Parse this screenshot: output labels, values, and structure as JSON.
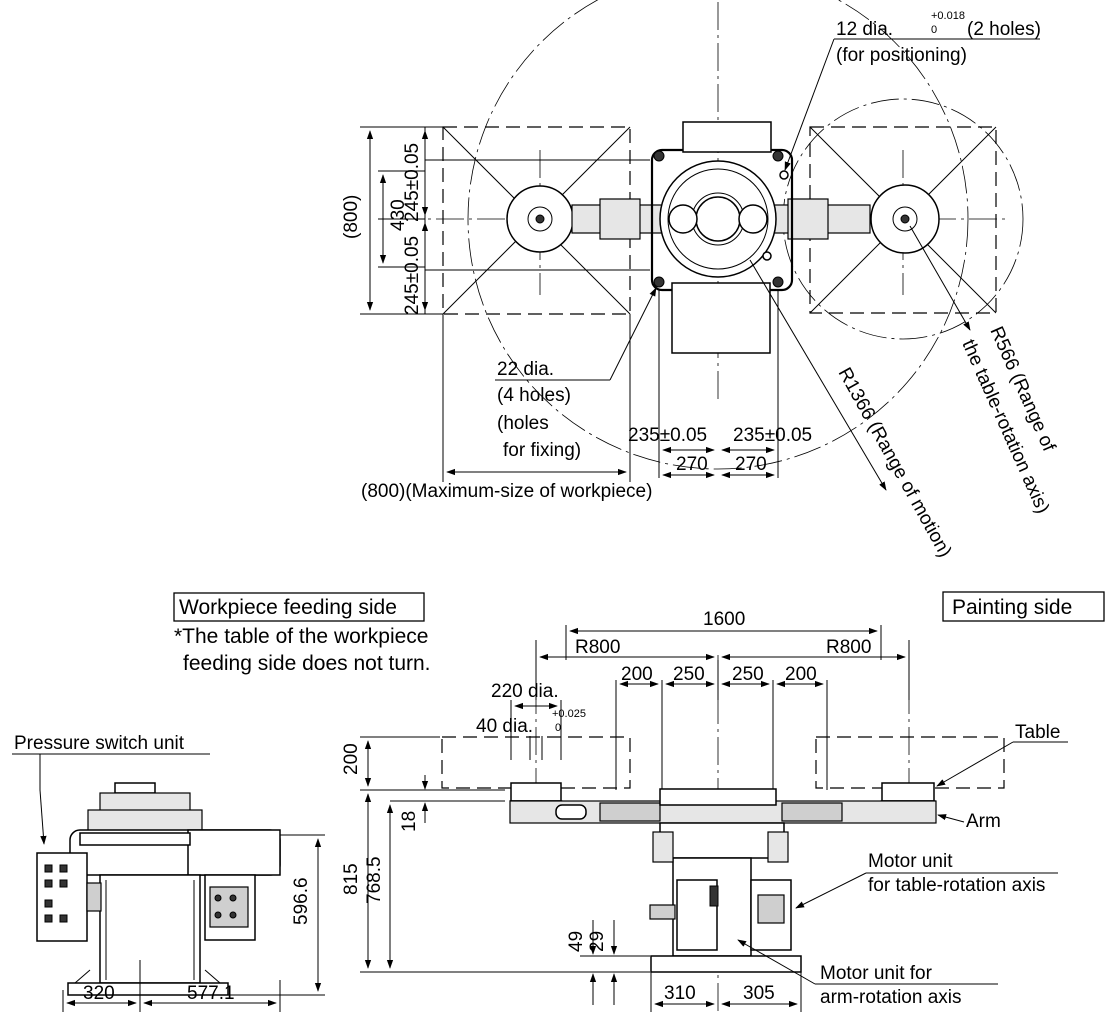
{
  "top_view": {
    "hole_12": {
      "dia": "12 dia.",
      "tol_upper": "+0.018",
      "tol_lower": "0",
      "count": "(2 holes)",
      "purpose": "(for positioning)"
    },
    "hole_22": {
      "dia": "22 dia.",
      "count": "(4 holes)",
      "purpose_1": "(holes",
      "purpose_2": "for fixing)"
    },
    "dim_800_vertical": "(800)",
    "dim_430": "430",
    "dim_245_upper": "245±0.05",
    "dim_245_lower": "245±0.05",
    "dim_235_left": "235±0.05",
    "dim_235_right": "235±0.05",
    "dim_270_left": "270",
    "dim_270_right": "270",
    "dim_800_workpiece": "(800)(Maximum-size of workpiece)",
    "r1366": "R1366 (Range of motion)",
    "r566_line1": "R566 (Range of",
    "r566_line2": "the table-rotation axis)"
  },
  "labels": {
    "workpiece_feeding_side": "Workpiece feeding side",
    "note_line1": "*The table of the workpiece",
    "note_line2": "feeding side does not turn.",
    "painting_side": "Painting side",
    "pressure_switch_unit": "Pressure switch unit",
    "table": "Table",
    "arm": "Arm",
    "motor_table_1": "Motor unit",
    "motor_table_2": "for table-rotation axis",
    "motor_arm_1": "Motor unit for",
    "motor_arm_2": "arm-rotation axis"
  },
  "front_view": {
    "dim_1600": "1600",
    "dim_r800_left": "R800",
    "dim_r800_right": "R800",
    "dim_200_a": "200",
    "dim_250_a": "250",
    "dim_250_b": "250",
    "dim_200_b": "200",
    "dim_220": "220 dia.",
    "dim_40": "40 dia.",
    "dim_40_tol_upper": "+0.025",
    "dim_40_tol_lower": "0",
    "dim_200_vert": "200",
    "dim_18": "18",
    "dim_815": "815",
    "dim_768": "768.5",
    "dim_49": "49",
    "dim_29": "29",
    "dim_310": "310",
    "dim_305": "305"
  },
  "side_view": {
    "dim_596": "596.6",
    "dim_320": "320",
    "dim_577": "577.1"
  }
}
